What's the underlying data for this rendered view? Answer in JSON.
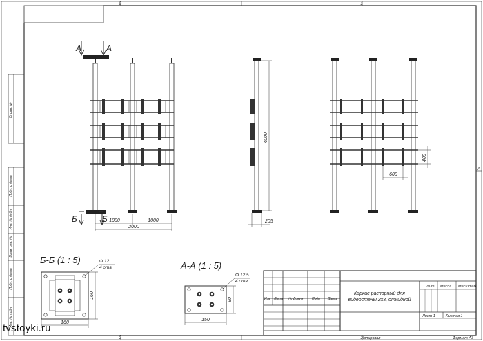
{
  "frame": {
    "zone_top_left": "2",
    "zone_top_right": "1",
    "zone_right": "A",
    "zone_bottom_left": "2",
    "zone_bottom_right": "1"
  },
  "side_stamps": [
    "Подп. и дата",
    "Инв. № дубл.",
    "Взам. инв. №",
    "Подп. и дата",
    "Инв. № подл."
  ],
  "side_top_stamp": "Справ. №",
  "front_view": {
    "section_a_left": "A",
    "section_a_right": "A",
    "section_b_left": "Б",
    "section_b_right": "Б",
    "dim_1": "1000",
    "dim_2": "1000",
    "dim_total": "2000"
  },
  "side_view": {
    "height_dim": "4000",
    "depth_dim": "205"
  },
  "rear_view": {
    "dim_400": "400",
    "dim_600": "600"
  },
  "detail_b": {
    "title": "Б-Б (1 : 5)",
    "hole_note_1": "Ф 12",
    "hole_note_2": "4 отв",
    "dim_height": "160",
    "dim_width": "160"
  },
  "detail_a": {
    "title": "А-А (1 : 5)",
    "hole_note_1": "Ф 12.5",
    "hole_note_2": "4 отв",
    "dim_height": "90",
    "dim_width": "150"
  },
  "title_block": {
    "headers": [
      "Изм",
      "Лист",
      "№ Докум",
      "Подп",
      "Дата"
    ],
    "name_line_1": "Каркас распорный для",
    "name_line_2": "видеостены 2х3, откидной",
    "lit_label": "Лит",
    "mass_label": "Масса",
    "scale_label": "Масштаб",
    "sheet_label": "Лист 1",
    "sheets_label": "Листов 1",
    "copied_label": "Копировал",
    "format_label": "Формат А3"
  },
  "watermark": "tvstoyki.ru"
}
